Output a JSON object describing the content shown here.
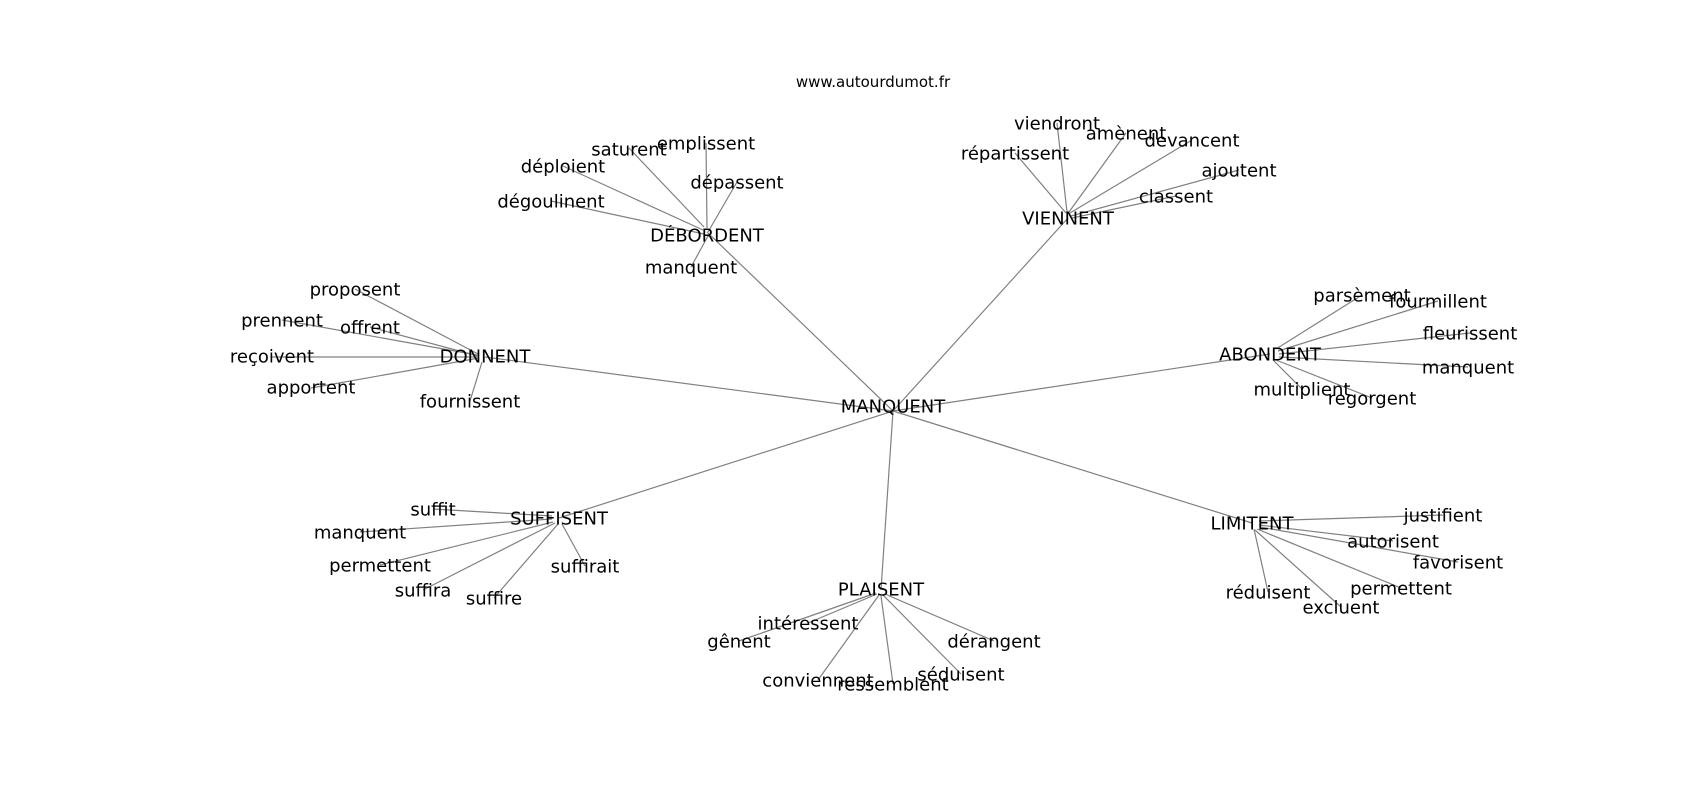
{
  "header": {
    "site_url": "www.autourdumot.fr"
  },
  "colors": {
    "background": "#ffffff",
    "edge": "#808080",
    "text": "#000000"
  },
  "graph": {
    "center": "MANQUENT",
    "groups": [
      {
        "id": "debordent",
        "label": "DÉBORDENT",
        "children": [
          "saturent",
          "emplissent",
          "déploient",
          "dépassent",
          "dégoulinent",
          "manquent"
        ]
      },
      {
        "id": "viennent",
        "label": "VIENNENT",
        "children": [
          "viendront",
          "amènent",
          "répartissent",
          "devancent",
          "ajoutent",
          "classent"
        ]
      },
      {
        "id": "donnent",
        "label": "DONNENT",
        "children": [
          "proposent",
          "prennent",
          "offrent",
          "reçoivent",
          "apportent",
          "fournissent"
        ]
      },
      {
        "id": "abondent",
        "label": "ABONDENT",
        "children": [
          "parsèment",
          "fourmillent",
          "fleurissent",
          "manquent",
          "multiplient",
          "regorgent"
        ]
      },
      {
        "id": "suffisent",
        "label": "SUFFISENT",
        "children": [
          "suffit",
          "manquent",
          "permettent",
          "suffirait",
          "suffira",
          "suffire"
        ]
      },
      {
        "id": "limitent",
        "label": "LIMITENT",
        "children": [
          "justifient",
          "autorisent",
          "favorisent",
          "réduisent",
          "permettent",
          "excluent"
        ]
      },
      {
        "id": "plaisent",
        "label": "PLAISENT",
        "children": [
          "intéressent",
          "gênent",
          "dérangent",
          "séduisent",
          "conviennent",
          "ressemblent"
        ]
      }
    ]
  }
}
